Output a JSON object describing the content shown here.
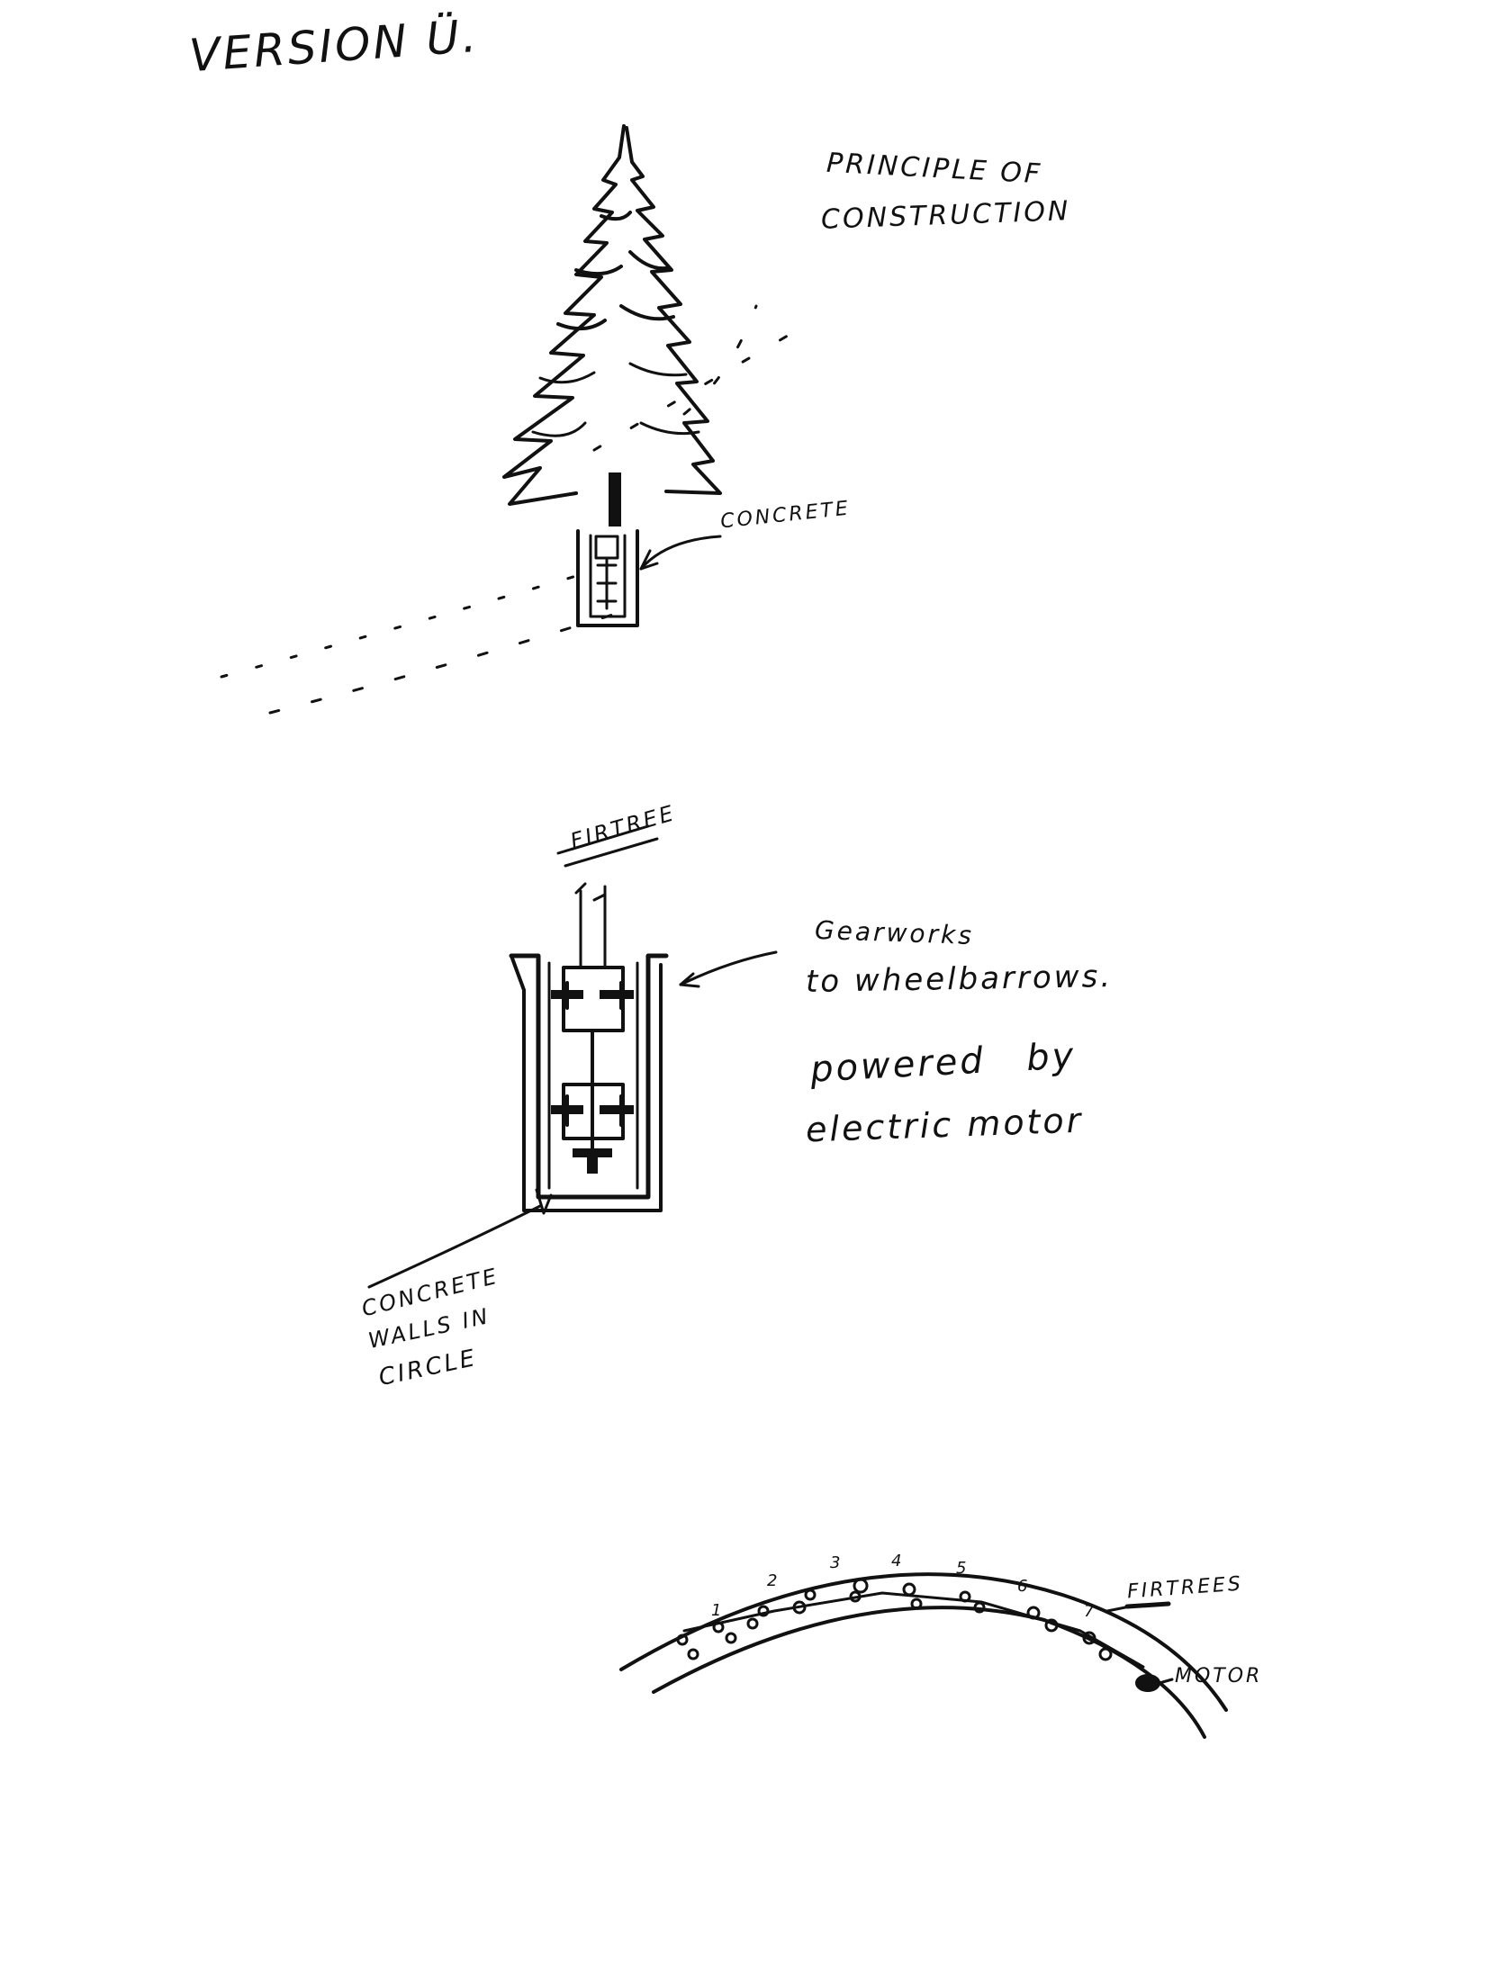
{
  "header": {
    "title": "VERSION Ü."
  },
  "sketch_tree": {
    "caption_line1": "PRINCIPLE OF",
    "caption_line2": "CONSTRUCTION",
    "label_concrete": "CONCRETE"
  },
  "sketch_detail": {
    "label_firtree": "FIRTREE",
    "label_gearworks_line1": "Gearworks",
    "label_gearworks_line2": "to wheelbarrows.",
    "label_powered_line1": "powered by",
    "label_powered_line2": "electric motor",
    "label_walls_line1": "CONCRETE",
    "label_walls_line2": "WALLS IN",
    "label_walls_line3": "CIRCLE"
  },
  "sketch_circle": {
    "numbers": [
      "1",
      "2",
      "3",
      "4",
      "5",
      "6",
      "7"
    ],
    "label_firtrees": "FIRTREES",
    "label_motor": "MOTOR"
  },
  "colors": {
    "ink": "#111111",
    "paper": "#ffffff"
  }
}
